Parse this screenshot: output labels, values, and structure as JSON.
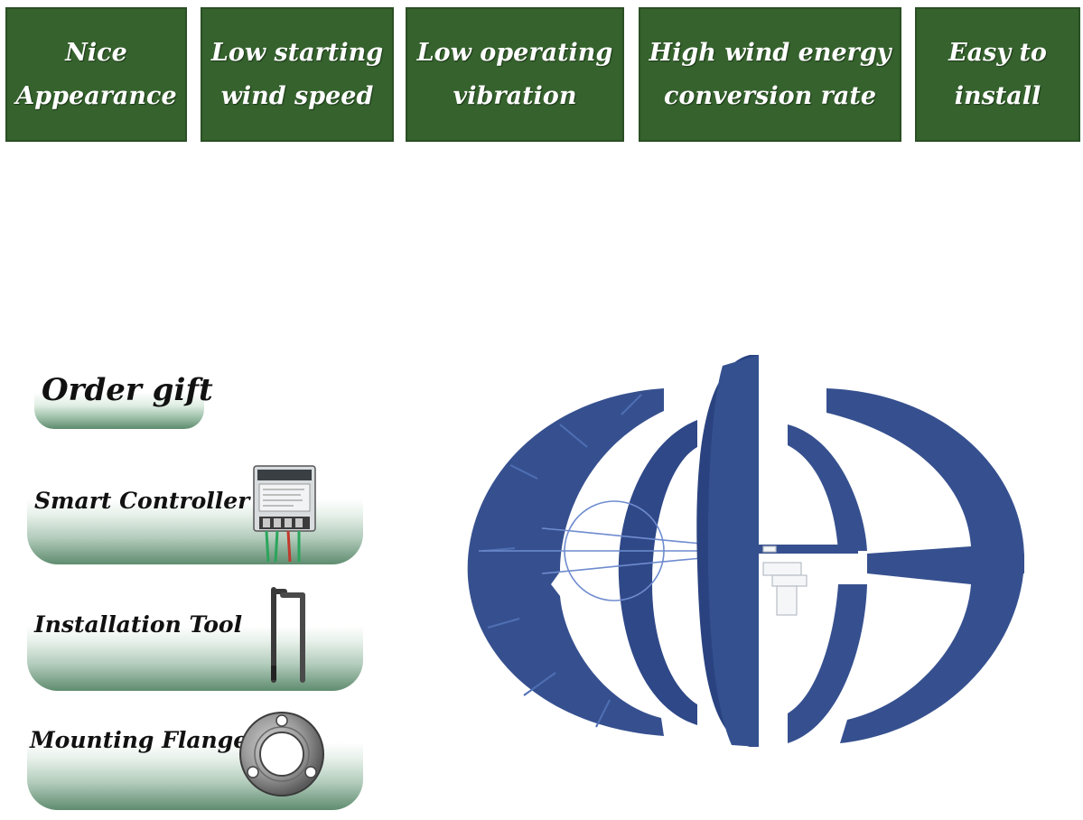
{
  "features": [
    {
      "label": "Nice\nAppearance"
    },
    {
      "label": "Low starting\nwind speed"
    },
    {
      "label": "Low operating\nvibration"
    },
    {
      "label": "High wind energy\nconversion rate"
    },
    {
      "label": "Easy to\ninstall"
    }
  ],
  "gift": {
    "title": "Order gift",
    "items": [
      {
        "label": "Smart Controller",
        "icon": "controller-icon"
      },
      {
        "label": "Installation Tool",
        "icon": "wrench-icon"
      },
      {
        "label": "Mounting Flange",
        "icon": "flange-icon"
      }
    ]
  },
  "colors": {
    "feature_bg": "#35622d",
    "turbine_blue": "#36508f",
    "turbine_blue_dark": "#2a4380"
  }
}
